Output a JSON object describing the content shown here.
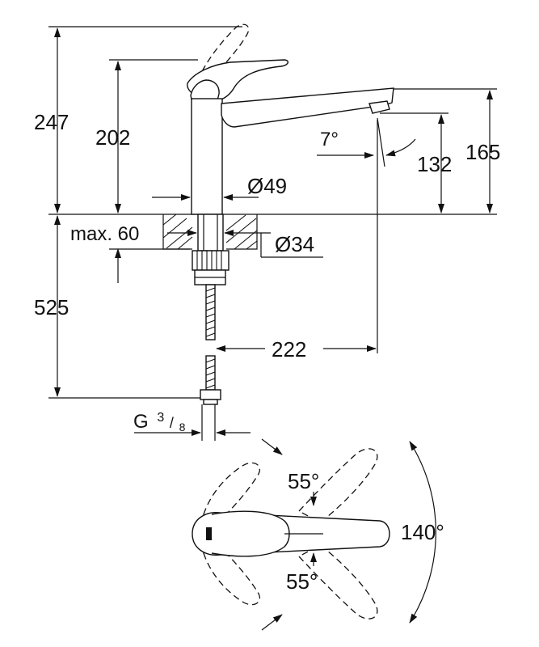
{
  "side_view": {
    "dims": {
      "total_height": "247",
      "spout_clearance": "202",
      "spout_height": "165",
      "outlet_height": "132",
      "outlet_angle": "7°",
      "body_diameter": "Ø49",
      "max_deck": "max. 60",
      "hole_diameter": "Ø34",
      "hose_length": "525",
      "spout_reach": "222",
      "connection_g": "G",
      "connection_num": "3",
      "connection_den": "8"
    }
  },
  "top_view": {
    "dims": {
      "angle_upper": "55°",
      "angle_lower": "55°",
      "total_angle": "140°"
    }
  },
  "colors": {
    "line": "#111111",
    "background": "#ffffff"
  }
}
